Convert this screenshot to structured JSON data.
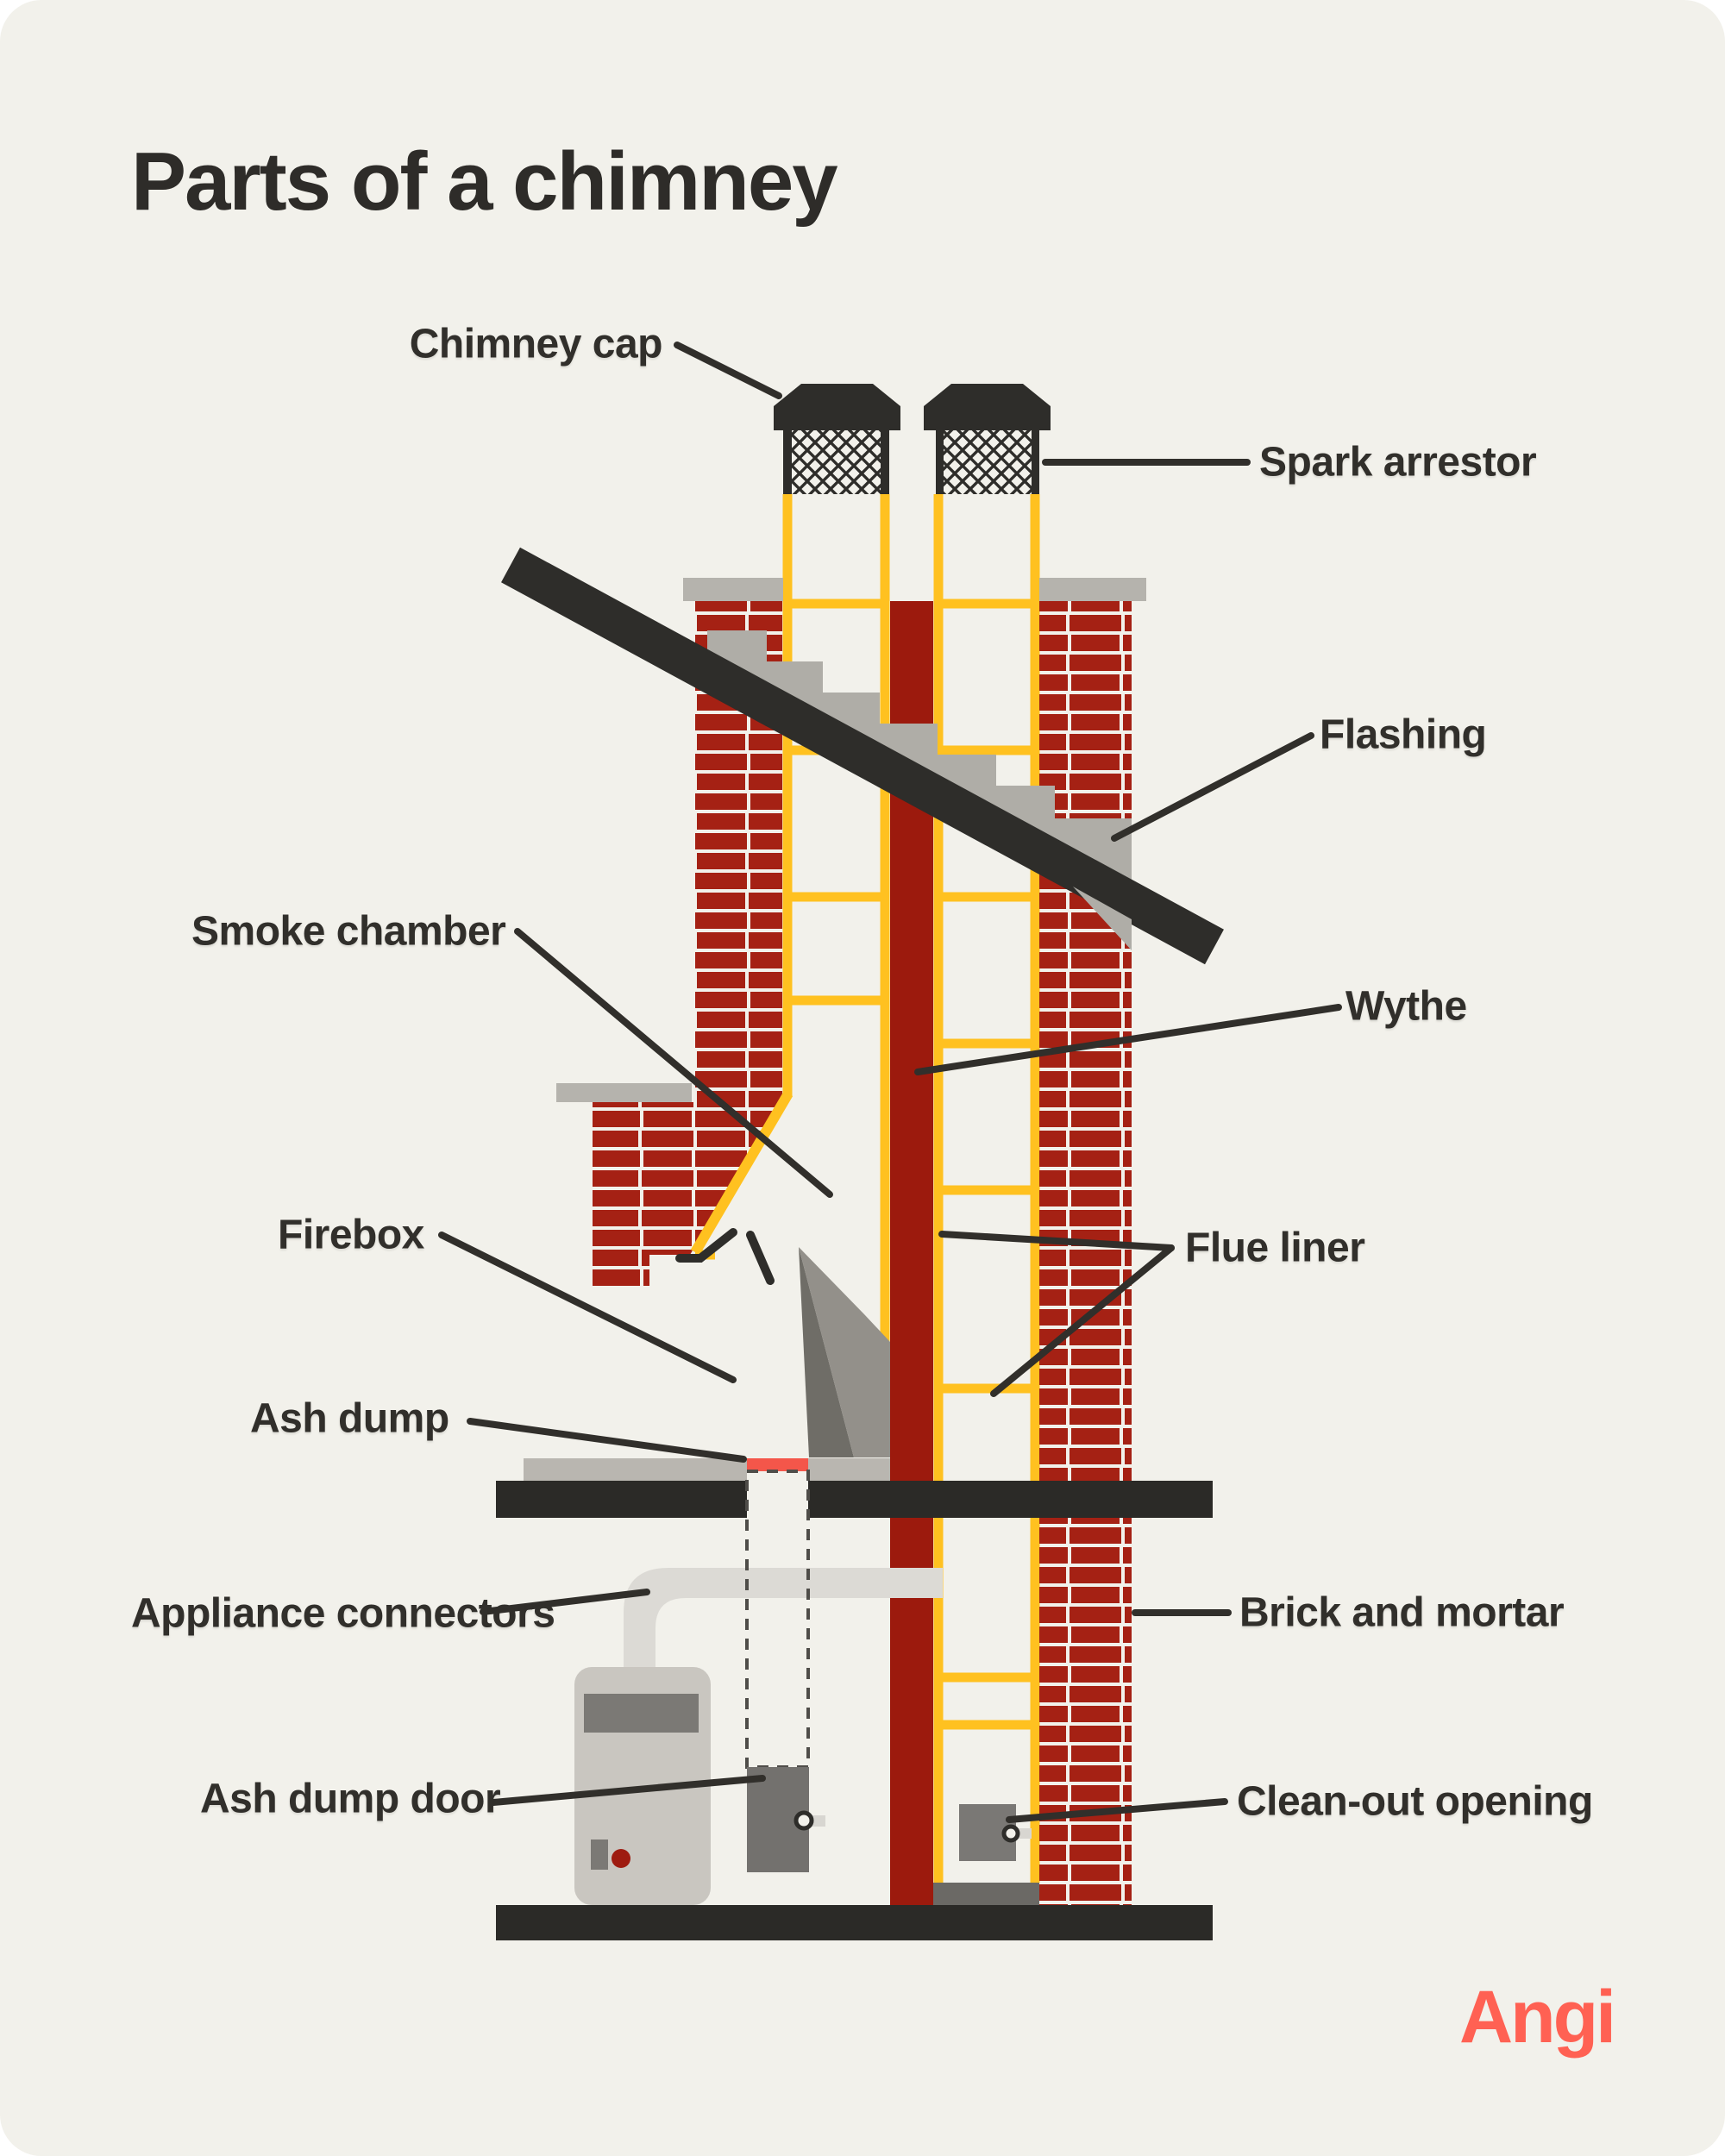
{
  "title": "Parts of a chimney",
  "brand": {
    "name": "Angi",
    "color": "#FF6153"
  },
  "labels": [
    {
      "id": "chimney-cap",
      "text": "Chimney cap"
    },
    {
      "id": "spark-arrestor",
      "text": "Spark arrestor"
    },
    {
      "id": "flashing",
      "text": "Flashing"
    },
    {
      "id": "smoke-chamber",
      "text": "Smoke chamber"
    },
    {
      "id": "wythe",
      "text": "Wythe"
    },
    {
      "id": "firebox",
      "text": "Firebox"
    },
    {
      "id": "flue-liner",
      "text": "Flue liner"
    },
    {
      "id": "ash-dump",
      "text": "Ash dump"
    },
    {
      "id": "appliance-connectors",
      "text": "Appliance connectors"
    },
    {
      "id": "brick-and-mortar",
      "text": "Brick and mortar"
    },
    {
      "id": "ash-dump-door",
      "text": "Ash dump door"
    },
    {
      "id": "clean-out-opening",
      "text": "Clean-out opening"
    }
  ],
  "colors": {
    "background": "#F2F1EB",
    "ink": "#312F2B",
    "brick": "#A52114",
    "wythe": "#9C1A0D",
    "flue_liner": "#FFC120",
    "roof_and_caps": "#2E2D2A",
    "flashing": "#AFADA7",
    "concrete_crown": "#B5B3AD",
    "hearth": "#B9B6B0",
    "smoke_shelf": "#93908A",
    "smoke_shelf_dark": "#6F6D67",
    "duct": "#DCDAD5",
    "appliance": "#C9C6C0",
    "appliance_panel": "#7B7975",
    "ash_dump": "#F4564A",
    "doors": "#73716E",
    "floor": "#2B2A27",
    "brand_red": "#FF6153"
  }
}
